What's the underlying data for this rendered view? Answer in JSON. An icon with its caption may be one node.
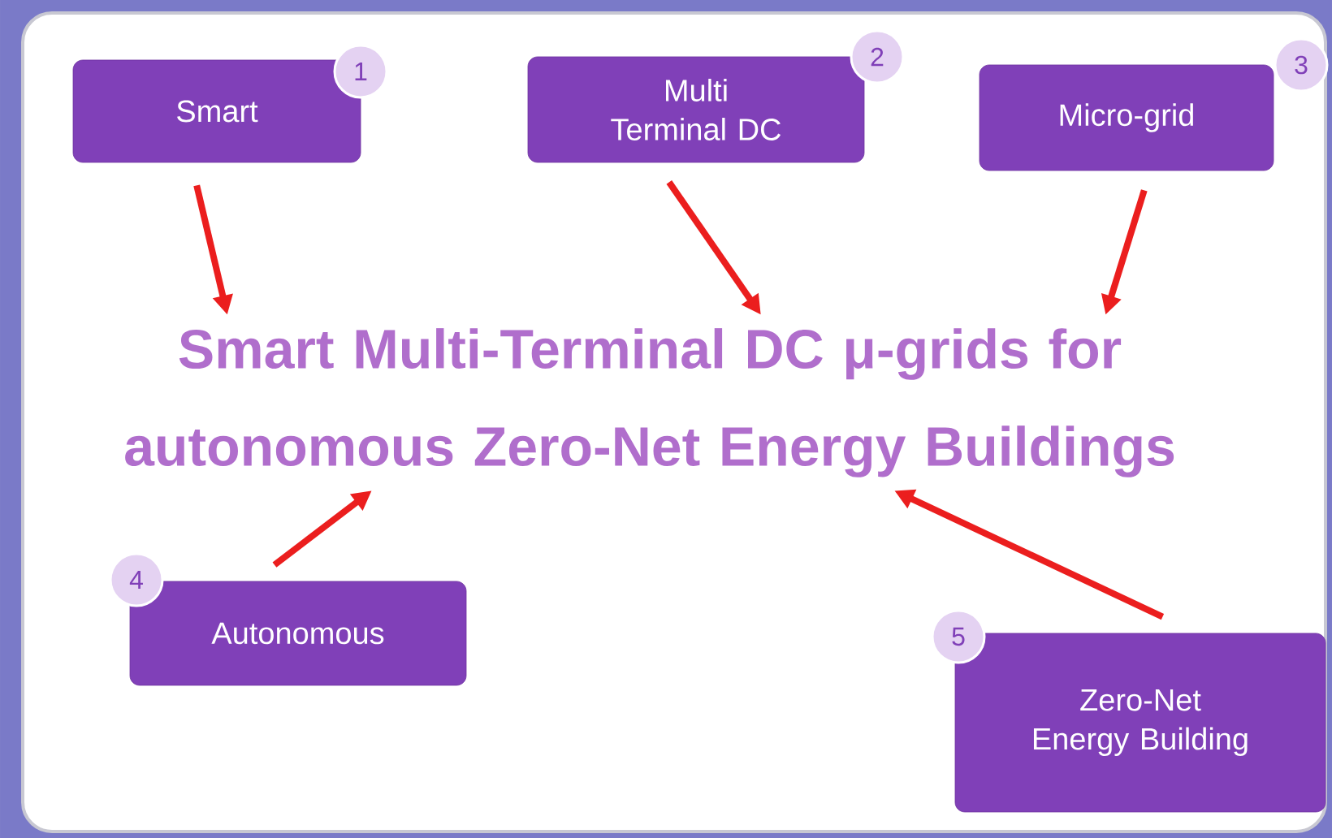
{
  "diagram": {
    "nodes": [
      {
        "text": [
          "Smart Multi-Terminal DC μ-grids for autonomous Zero-Net Energy Buildings"
        ]
      },
      {
        "text": [
          "Smart"
        ],
        "beside": [
          "1"
        ]
      },
      {
        "text": [
          "Multi Terminal DC"
        ],
        "beside": [
          "2"
        ]
      },
      {
        "text": [
          "Micro-grid"
        ],
        "beside": [
          "3"
        ]
      },
      {
        "text": [
          "Autonomous"
        ],
        "beside": [
          "4"
        ]
      },
      {
        "text": [
          "Zero-Net Energy Building"
        ],
        "beside": [
          "5"
        ]
      }
    ],
    "edges": [
      {
        "from": 1,
        "to": 0,
        "arrow": "to"
      },
      {
        "from": 2,
        "to": 0,
        "arrow": "to"
      },
      {
        "from": 3,
        "to": 0,
        "arrow": "to"
      },
      {
        "from": 4,
        "to": 0,
        "arrow": "to"
      },
      {
        "from": 5,
        "to": 0,
        "arrow": "to"
      }
    ]
  }
}
